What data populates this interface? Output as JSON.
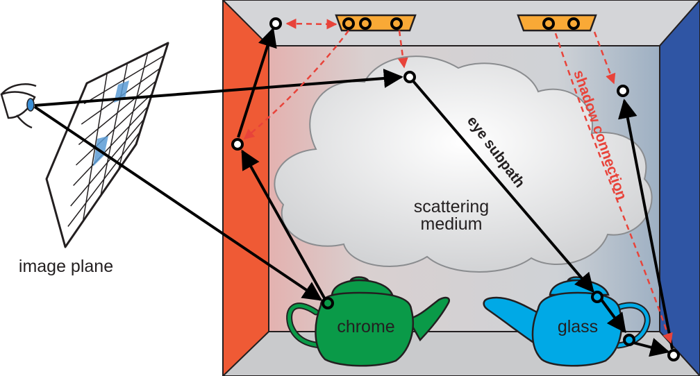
{
  "labels": {
    "image_plane": "image plane",
    "scattering_medium_line1": "scattering",
    "scattering_medium_line2": "medium",
    "eye_subpath": "eye subpath",
    "shadow_connection": "shadow connection",
    "chrome": "chrome",
    "glass": "glass"
  },
  "colors": {
    "left_wall": "#ef5a35",
    "right_wall": "#2f55a4",
    "chrome_teapot": "#0a9a48",
    "glass_teapot": "#00a9e6",
    "light_fixture": "#f9a936",
    "shadow_connection": "#e8433a",
    "path": "#000000",
    "cloud": "#e6e7e8",
    "pixel_highlight": "#5b9bd5"
  }
}
